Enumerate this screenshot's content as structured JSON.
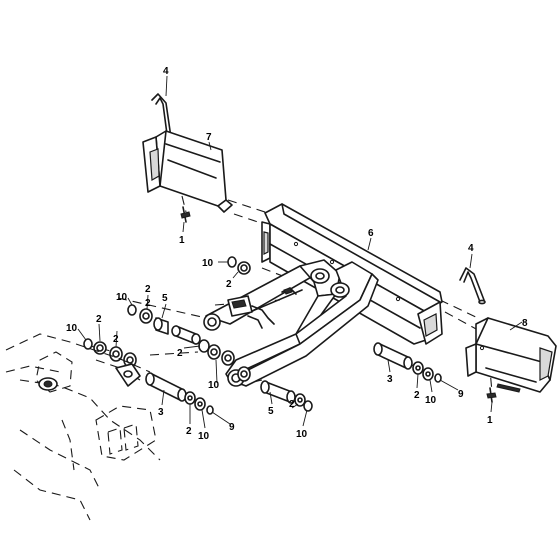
{
  "callouts": [
    {
      "id": "c4a",
      "text": "4"
    },
    {
      "id": "c7",
      "text": "7"
    },
    {
      "id": "c1a",
      "text": "1"
    },
    {
      "id": "c6",
      "text": "6"
    },
    {
      "id": "c4b",
      "text": "4"
    },
    {
      "id": "c8",
      "text": "8"
    },
    {
      "id": "c10a",
      "text": "10"
    },
    {
      "id": "c2a",
      "text": "2"
    },
    {
      "id": "c2b",
      "text": "2"
    },
    {
      "id": "c10b",
      "text": "10"
    },
    {
      "id": "c2c",
      "text": "2"
    },
    {
      "id": "c5a",
      "text": "5"
    },
    {
      "id": "c10c",
      "text": "10"
    },
    {
      "id": "c2d",
      "text": "2"
    },
    {
      "id": "c2e",
      "text": "2"
    },
    {
      "id": "c2f",
      "text": "2"
    },
    {
      "id": "c10d",
      "text": "10"
    },
    {
      "id": "c3a",
      "text": "3"
    },
    {
      "id": "c2g",
      "text": "2"
    },
    {
      "id": "c10e",
      "text": "10"
    },
    {
      "id": "c9a",
      "text": "9"
    },
    {
      "id": "c5b",
      "text": "5"
    },
    {
      "id": "c2h",
      "text": "2"
    },
    {
      "id": "c10f",
      "text": "10"
    },
    {
      "id": "c3b",
      "text": "3"
    },
    {
      "id": "c2i",
      "text": "2"
    },
    {
      "id": "c10g",
      "text": "10"
    },
    {
      "id": "c9b",
      "text": "9"
    },
    {
      "id": "c1b",
      "text": "1"
    }
  ]
}
